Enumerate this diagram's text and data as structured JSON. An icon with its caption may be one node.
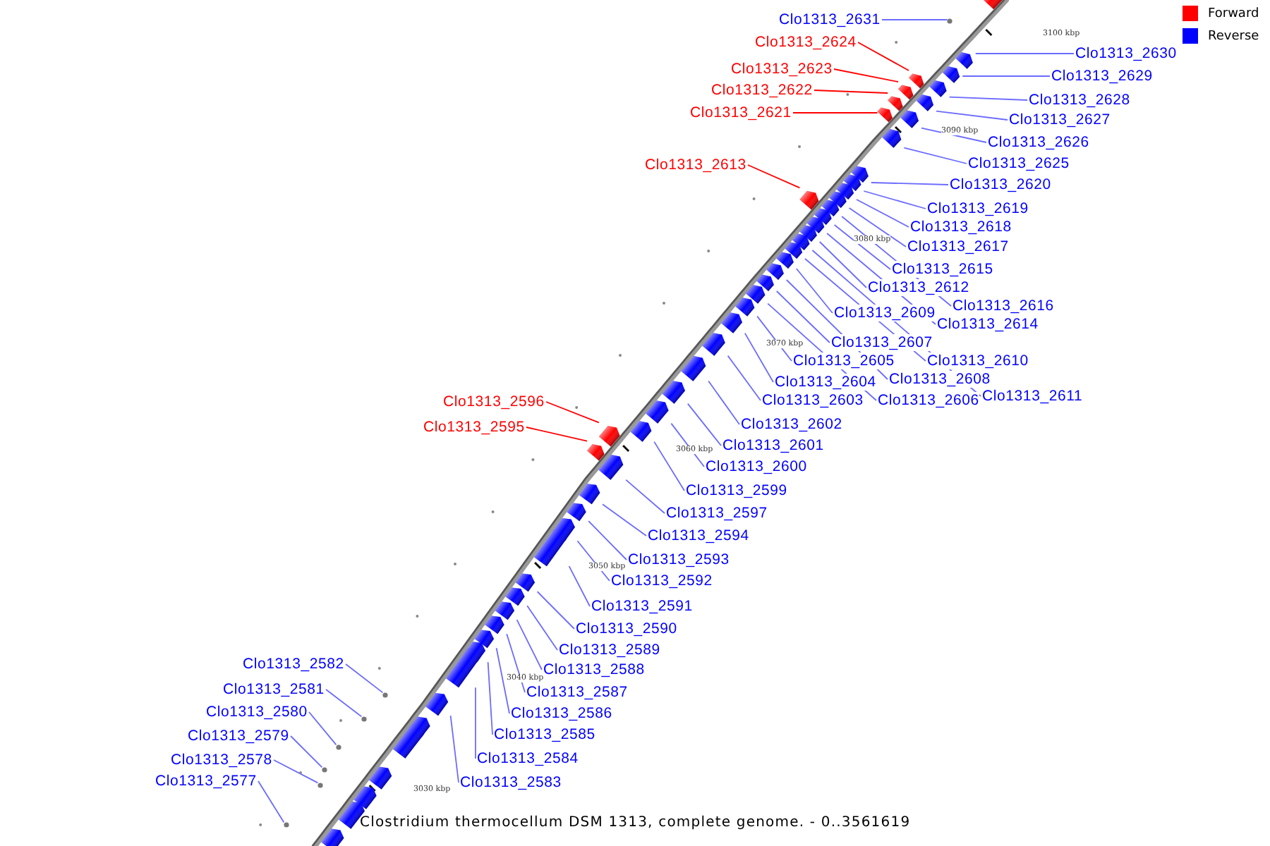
{
  "diagram": {
    "caption": "Clostridium thermocellum DSM 1313, complete genome. - 0..3561619",
    "nodes": [
      {
        "text": [
          "Clo1313_2631"
        ]
      },
      {
        "text": [
          "Clo1313_2624"
        ]
      },
      {
        "text": [
          "Clo1313_2630"
        ]
      },
      {
        "text": [
          "Clo1313_2623"
        ]
      },
      {
        "text": [
          "Clo1313_2629"
        ]
      },
      {
        "text": [
          "Clo1313_2622"
        ]
      },
      {
        "text": [
          "Clo1313_2628"
        ]
      },
      {
        "text": [
          "Clo1313_2621"
        ]
      },
      {
        "text": [
          "Clo1313_2627"
        ]
      },
      {
        "text": [
          "Clo1313_2626"
        ]
      },
      {
        "text": [
          "Clo1313_2625"
        ]
      },
      {
        "text": [
          "Clo1313_2613"
        ]
      },
      {
        "text": [
          "Clo1313_2620"
        ]
      },
      {
        "text": [
          "Clo1313_2619"
        ]
      },
      {
        "text": [
          "Clo1313_2618"
        ]
      },
      {
        "text": [
          "Clo1313_2617"
        ]
      },
      {
        "text": [
          "Clo1313_2615"
        ]
      },
      {
        "text": [
          "Clo1313_2612"
        ]
      },
      {
        "text": [
          "Clo1313_2616"
        ]
      },
      {
        "text": [
          "Clo1313_2609"
        ]
      },
      {
        "text": [
          "Clo1313_2614"
        ]
      },
      {
        "text": [
          "Clo1313_2607"
        ]
      },
      {
        "text": [
          "Clo1313_2610"
        ]
      },
      {
        "text": [
          "Clo1313_2605"
        ]
      },
      {
        "text": [
          "Clo1313_2608"
        ]
      },
      {
        "text": [
          "Clo1313_2604"
        ]
      },
      {
        "text": [
          "Clo1313_2611"
        ]
      },
      {
        "text": [
          "Clo1313_2603"
        ]
      },
      {
        "text": [
          "Clo1313_2606"
        ]
      },
      {
        "text": [
          "Clo1313_2596"
        ]
      },
      {
        "text": [
          "Clo1313_2602"
        ]
      },
      {
        "text": [
          "Clo1313_2595"
        ]
      },
      {
        "text": [
          "Clo1313_2601"
        ]
      },
      {
        "text": [
          "Clo1313_2600"
        ]
      },
      {
        "text": [
          "Clo1313_2599"
        ]
      },
      {
        "text": [
          "Clo1313_2597"
        ]
      },
      {
        "text": [
          "Clo1313_2594"
        ]
      },
      {
        "text": [
          "Clo1313_2593"
        ]
      },
      {
        "text": [
          "Clo1313_2592"
        ]
      },
      {
        "text": [
          "Clo1313_2591"
        ]
      },
      {
        "text": [
          "Clo1313_2590"
        ]
      },
      {
        "text": [
          "Clo1313_2589"
        ]
      },
      {
        "text": [
          "Clo1313_2588"
        ]
      },
      {
        "text": [
          "Clo1313_2587"
        ]
      },
      {
        "text": [
          "Clo1313_2586"
        ]
      },
      {
        "text": [
          "Clo1313_2585"
        ]
      },
      {
        "text": [
          "Clo1313_2584"
        ]
      },
      {
        "text": [
          "Clo1313_2583"
        ]
      },
      {
        "text": [
          "Clo1313_2582"
        ]
      },
      {
        "text": [
          "Clo1313_2581"
        ]
      },
      {
        "text": [
          "Clo1313_2580"
        ]
      },
      {
        "text": [
          "Clo1313_2579"
        ]
      },
      {
        "text": [
          "Clo1313_2578"
        ]
      },
      {
        "text": [
          "Clo1313_2577"
        ]
      },
      {
        "text": [],
        "shape": "dot"
      },
      {
        "text": [],
        "shape": "block"
      },
      {
        "text": [],
        "shape": "block"
      },
      {
        "text": [],
        "shape": "block"
      },
      {
        "text": [],
        "shape": "block"
      },
      {
        "text": [],
        "shape": "block"
      },
      {
        "text": [],
        "shape": "block"
      },
      {
        "text": [],
        "shape": "block"
      },
      {
        "text": [],
        "shape": "block"
      },
      {
        "text": [],
        "shape": "block"
      },
      {
        "text": [],
        "shape": "block"
      },
      {
        "text": [],
        "shape": "block"
      },
      {
        "text": [],
        "shape": "block"
      },
      {
        "text": [],
        "shape": "block"
      },
      {
        "text": [],
        "shape": "block"
      },
      {
        "text": [],
        "shape": "block"
      },
      {
        "text": [],
        "shape": "block"
      },
      {
        "text": [],
        "shape": "block"
      },
      {
        "text": [],
        "shape": "block"
      },
      {
        "text": [],
        "shape": "block"
      },
      {
        "text": [],
        "shape": "block"
      },
      {
        "text": [],
        "shape": "block"
      },
      {
        "text": [],
        "shape": "block"
      },
      {
        "text": [],
        "shape": "block"
      },
      {
        "text": [],
        "shape": "block"
      },
      {
        "text": [],
        "shape": "block"
      },
      {
        "text": [],
        "shape": "block"
      },
      {
        "text": [],
        "shape": "block"
      },
      {
        "text": [],
        "shape": "block"
      },
      {
        "text": [],
        "shape": "block"
      },
      {
        "text": [],
        "shape": "block"
      },
      {
        "text": [],
        "shape": "block"
      },
      {
        "text": [],
        "shape": "block"
      },
      {
        "text": [],
        "shape": "block"
      },
      {
        "text": [],
        "shape": "block"
      },
      {
        "text": [],
        "shape": "block"
      },
      {
        "text": [],
        "shape": "block"
      },
      {
        "text": [],
        "shape": "block"
      },
      {
        "text": [],
        "shape": "block"
      },
      {
        "text": [],
        "shape": "block"
      },
      {
        "text": [],
        "shape": "block"
      },
      {
        "text": [],
        "shape": "block"
      },
      {
        "text": [],
        "shape": "block"
      },
      {
        "text": [],
        "shape": "block"
      },
      {
        "text": [],
        "shape": "block"
      },
      {
        "text": [],
        "shape": "block"
      },
      {
        "text": [],
        "shape": "block"
      },
      {
        "text": [],
        "shape": "block"
      },
      {
        "text": [],
        "shape": "dot"
      },
      {
        "text": [],
        "shape": "dot"
      },
      {
        "text": [],
        "shape": "dot"
      },
      {
        "text": [],
        "shape": "dot"
      },
      {
        "text": [],
        "shape": "dot"
      },
      {
        "text": [],
        "shape": "dot"
      },
      {
        "text": [],
        "shape": "block"
      },
      {
        "text": [],
        "shape": "block"
      },
      {
        "text": [],
        "shape": "block"
      },
      {
        "text": [],
        "shape": "block"
      },
      {
        "text": [],
        "shape": "block"
      },
      {
        "text": [],
        "shape": "block"
      },
      {
        "text": [],
        "shape": "block"
      }
    ],
    "edges": [
      {
        "from": 0,
        "to": 54,
        "arrow": "none"
      },
      {
        "from": 1,
        "to": 55,
        "arrow": "none",
        "color": "#ff0000"
      },
      {
        "from": 2,
        "to": 56,
        "arrow": "none"
      },
      {
        "from": 3,
        "to": 57,
        "arrow": "none",
        "color": "#ff0000"
      },
      {
        "from": 4,
        "to": 58,
        "arrow": "none"
      },
      {
        "from": 5,
        "to": 59,
        "arrow": "none",
        "color": "#ff0000"
      },
      {
        "from": 6,
        "to": 60,
        "arrow": "none"
      },
      {
        "from": 7,
        "to": 61,
        "arrow": "none",
        "color": "#ff0000"
      },
      {
        "from": 8,
        "to": 62,
        "arrow": "none"
      },
      {
        "from": 9,
        "to": 63,
        "arrow": "none"
      },
      {
        "from": 10,
        "to": 64,
        "arrow": "none"
      },
      {
        "from": 11,
        "to": 65,
        "arrow": "none",
        "color": "#ff0000"
      },
      {
        "from": 12,
        "to": 66,
        "arrow": "none"
      },
      {
        "from": 13,
        "to": 67,
        "arrow": "none"
      },
      {
        "from": 14,
        "to": 68,
        "arrow": "none"
      },
      {
        "from": 15,
        "to": 69,
        "arrow": "none"
      },
      {
        "from": 16,
        "to": 70,
        "arrow": "none"
      },
      {
        "from": 17,
        "to": 71,
        "arrow": "none"
      },
      {
        "from": 18,
        "to": 72,
        "arrow": "none"
      },
      {
        "from": 19,
        "to": 73,
        "arrow": "none"
      },
      {
        "from": 20,
        "to": 74,
        "arrow": "none"
      },
      {
        "from": 21,
        "to": 75,
        "arrow": "none"
      },
      {
        "from": 22,
        "to": 76,
        "arrow": "none"
      },
      {
        "from": 23,
        "to": 77,
        "arrow": "none"
      },
      {
        "from": 24,
        "to": 78,
        "arrow": "none"
      },
      {
        "from": 25,
        "to": 79,
        "arrow": "none"
      },
      {
        "from": 26,
        "to": 80,
        "arrow": "none"
      },
      {
        "from": 27,
        "to": 81,
        "arrow": "none"
      },
      {
        "from": 28,
        "to": 82,
        "arrow": "none"
      },
      {
        "from": 29,
        "to": 83,
        "arrow": "none",
        "color": "#ff0000"
      },
      {
        "from": 30,
        "to": 84,
        "arrow": "none"
      },
      {
        "from": 31,
        "to": 85,
        "arrow": "none",
        "color": "#ff0000"
      },
      {
        "from": 32,
        "to": 86,
        "arrow": "none"
      },
      {
        "from": 33,
        "to": 87,
        "arrow": "none"
      },
      {
        "from": 34,
        "to": 88,
        "arrow": "none"
      },
      {
        "from": 35,
        "to": 89,
        "arrow": "none"
      },
      {
        "from": 36,
        "to": 90,
        "arrow": "none"
      },
      {
        "from": 37,
        "to": 91,
        "arrow": "none"
      },
      {
        "from": 38,
        "to": 92,
        "arrow": "none"
      },
      {
        "from": 39,
        "to": 93,
        "arrow": "none"
      },
      {
        "from": 40,
        "to": 94,
        "arrow": "none"
      },
      {
        "from": 41,
        "to": 95,
        "arrow": "none"
      },
      {
        "from": 42,
        "to": 96,
        "arrow": "none"
      },
      {
        "from": 43,
        "to": 97,
        "arrow": "none"
      },
      {
        "from": 44,
        "to": 98,
        "arrow": "none"
      },
      {
        "from": 45,
        "to": 99,
        "arrow": "none"
      },
      {
        "from": 46,
        "to": 100,
        "arrow": "none"
      },
      {
        "from": 47,
        "to": 101,
        "arrow": "none"
      },
      {
        "from": 48,
        "to": 102,
        "arrow": "none"
      },
      {
        "from": 49,
        "to": 103,
        "arrow": "none"
      },
      {
        "from": 50,
        "to": 104,
        "arrow": "none"
      },
      {
        "from": 51,
        "to": 105,
        "arrow": "none"
      },
      {
        "from": 52,
        "to": 106,
        "arrow": "none"
      },
      {
        "from": 53,
        "to": 107,
        "arrow": "none"
      }
    ],
    "labels": [
      "3100 kbp",
      "3090 kbp",
      "3080 kbp",
      "3070 kbp",
      "3060 kbp",
      "3050 kbp",
      "3040 kbp",
      "3030 kbp"
    ],
    "legend": [
      {
        "text": "Forward",
        "color": "#ff0000"
      },
      {
        "text": "Reverse",
        "color": "#0000ff"
      }
    ]
  }
}
